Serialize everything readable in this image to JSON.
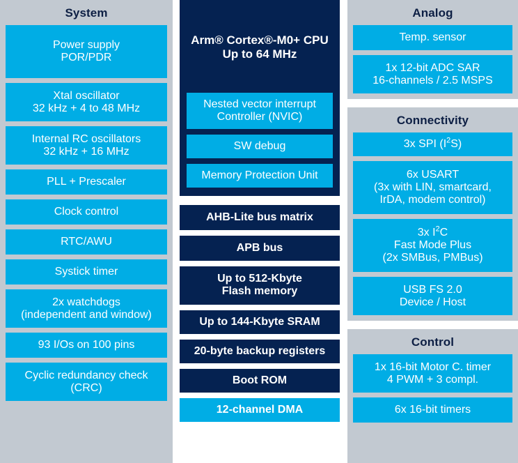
{
  "colors": {
    "background": "#ffffff",
    "panel_grey": "#c2c9d1",
    "accent_cyan": "#00ade5",
    "accent_navy": "#052251",
    "title_text": "#0d1f44",
    "block_text": "#ffffff"
  },
  "system": {
    "title": "System",
    "blocks": [
      {
        "line1": "Power supply",
        "line2": "POR/PDR"
      },
      {
        "line1": "Xtal oscillator",
        "line2": "32 kHz + 4 to 48 MHz"
      },
      {
        "line1": "Internal RC oscillators",
        "line2": "32 kHz + 16 MHz"
      },
      {
        "line1": "PLL + Prescaler",
        "line2": ""
      },
      {
        "line1": "Clock control",
        "line2": ""
      },
      {
        "line1": "RTC/AWU",
        "line2": ""
      },
      {
        "line1": "Systick timer",
        "line2": ""
      },
      {
        "line1": "2x watchdogs",
        "line2": "(independent and window)"
      },
      {
        "line1": "93 I/Os on 100 pins",
        "line2": ""
      },
      {
        "line1": "Cyclic redundancy check",
        "line2": "(CRC)"
      }
    ]
  },
  "core": {
    "cpu_line1": "Arm® Cortex®-M0+ CPU",
    "cpu_line2": "Up to 64 MHz",
    "sub_blocks": [
      {
        "line1": "Nested vector interrupt",
        "line2": "Controller (NVIC)"
      },
      {
        "line1": "SW debug",
        "line2": ""
      },
      {
        "line1": "Memory Protection Unit",
        "line2": ""
      }
    ],
    "bus_blocks": [
      {
        "line1": "AHB-Lite bus matrix",
        "line2": "",
        "style": "navy"
      },
      {
        "line1": "APB bus",
        "line2": "",
        "style": "navy"
      },
      {
        "line1": "Up to 512-Kbyte",
        "line2": "Flash memory",
        "style": "navy"
      },
      {
        "line1": "Up to 144-Kbyte SRAM",
        "line2": "",
        "style": "navy"
      },
      {
        "line1": "20-byte backup registers",
        "line2": "",
        "style": "navy"
      },
      {
        "line1": "Boot ROM",
        "line2": "",
        "style": "navy"
      },
      {
        "line1": "12-channel DMA",
        "line2": "",
        "style": "cyan"
      }
    ]
  },
  "analog": {
    "title": "Analog",
    "blocks": [
      {
        "line1": "Temp. sensor",
        "line2": ""
      },
      {
        "line1": "1x 12-bit ADC SAR",
        "line2": "16-channels / 2.5 MSPS"
      }
    ]
  },
  "connectivity": {
    "title": "Connectivity",
    "blocks": [
      {
        "line1": "3x SPI (I²S)",
        "line2": "",
        "line3": ""
      },
      {
        "line1": "6x USART",
        "line2": "(3x with LIN, smartcard,",
        "line3": "IrDA, modem control)"
      },
      {
        "line1": "3x I²C",
        "line2": "Fast Mode Plus",
        "line3": "(2x SMBus, PMBus)"
      },
      {
        "line1": "USB FS 2.0",
        "line2": "Device / Host",
        "line3": ""
      }
    ]
  },
  "control": {
    "title": "Control",
    "blocks": [
      {
        "line1": "1x 16-bit Motor C. timer",
        "line2": "4 PWM + 3 compl."
      },
      {
        "line1": "6x 16-bit timers",
        "line2": ""
      }
    ]
  }
}
